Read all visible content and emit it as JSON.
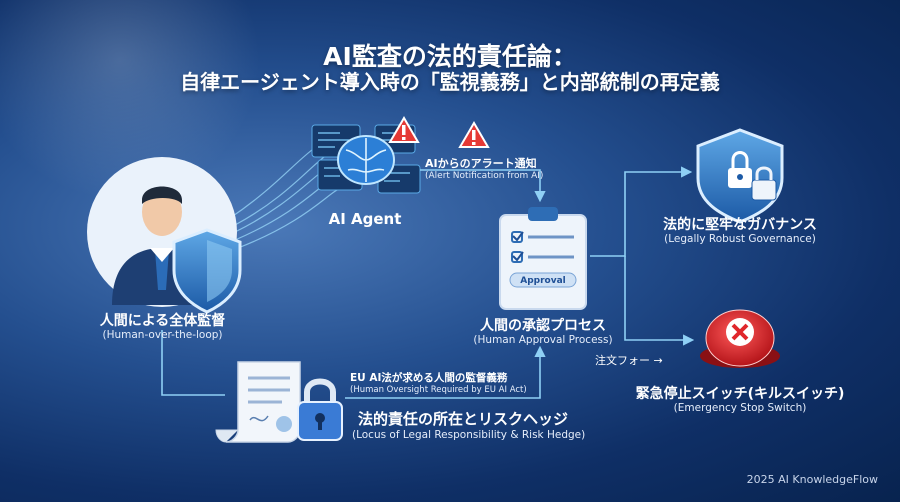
{
  "title": {
    "line1": "AI監査の法的責任論：",
    "line2": "自律エージェント導入時の「監視義務」と内部統制の再定義"
  },
  "nodes": {
    "human": {
      "label": "人間による全体監督",
      "sublabel": "(Human-over-the-loop)"
    },
    "agent": {
      "label": "AI Agent"
    },
    "alert": {
      "label": "AIからのアラート通知",
      "sublabel": "(Alert Notification from AI)"
    },
    "approval": {
      "label": "人間の承認プロセス",
      "sublabel": "(Human Approval Process)",
      "badge": "Approval"
    },
    "governance": {
      "label": "法的に堅牢なガバナンス",
      "sublabel": "(Legally Robust Governance)"
    },
    "stop": {
      "label": "緊急停止スイッチ(キルスイッチ)",
      "sublabel": "(Emergency Stop Switch)"
    },
    "eu_act": {
      "label": "EU AI法が求める人間の監督義務",
      "sublabel": "(Human Oversight Required by EU AI Act)"
    },
    "responsibility": {
      "label": "法的責任の所在とリスクヘッジ",
      "sublabel": "(Locus of Legal Responsibility & Risk Hedge)"
    },
    "order": {
      "label": "注文フォー →"
    }
  },
  "footer": {
    "credit": "2025 AI KnowledgeFlow"
  },
  "colors": {
    "accent": "#7cc4f0",
    "stop_red": "#e0262b",
    "warning": "#e53935"
  },
  "icons": [
    "person-icon",
    "shield-icon",
    "brain-icon",
    "warning-icon",
    "clipboard-icon",
    "shield-lock-icon",
    "stop-button-icon",
    "document-icon",
    "padlock-icon"
  ]
}
